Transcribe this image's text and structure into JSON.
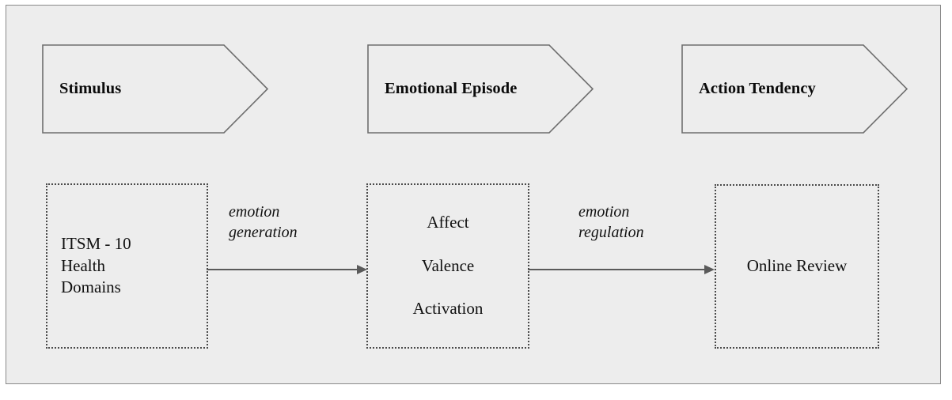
{
  "figure": {
    "type": "process-flow-diagram",
    "background_color": "#ededed",
    "page_color": "#ffffff",
    "frame_border_color": "#8a8a8a",
    "shape_border_color": "#6e6e6e",
    "dotted_border_color": "#4a4a4a",
    "arrow_color": "#5a5a5a",
    "text_color": "#101010"
  },
  "stages": [
    {
      "id": "stimulus",
      "label": "Stimulus"
    },
    {
      "id": "emotional-episode",
      "label": "Emotional Episode"
    },
    {
      "id": "action-tendency",
      "label": "Action Tendency"
    }
  ],
  "nodes": [
    {
      "id": "itsm-health-domains",
      "align": "left",
      "spread": false,
      "lines": [
        "ITSM - 10",
        "Health",
        "Domains"
      ]
    },
    {
      "id": "emotional-components",
      "align": "center",
      "spread": true,
      "lines": [
        "Affect",
        "Valence",
        "Activation"
      ]
    },
    {
      "id": "online-review",
      "align": "center",
      "spread": false,
      "lines": [
        "Online Review"
      ]
    }
  ],
  "connectors": [
    {
      "id": "emotion-generation",
      "from": "itsm-health-domains",
      "to": "emotional-components",
      "label_lines": [
        "emotion",
        "generation"
      ]
    },
    {
      "id": "emotion-regulation",
      "from": "emotional-components",
      "to": "online-review",
      "label_lines": [
        "emotion",
        "regulation"
      ]
    }
  ]
}
